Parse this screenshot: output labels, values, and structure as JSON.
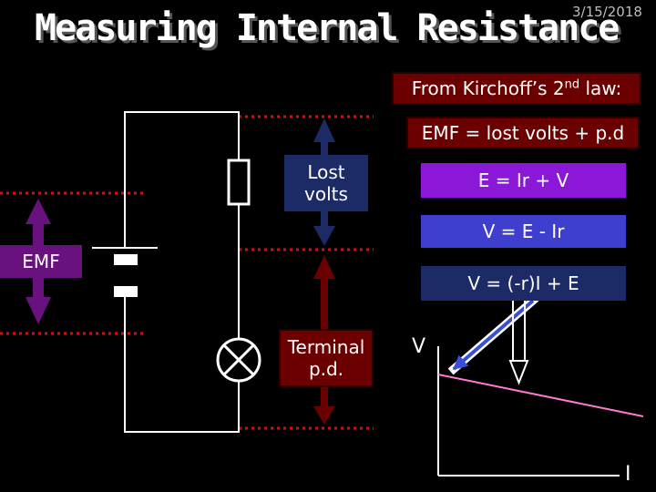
{
  "slide": {
    "title": "Measuring Internal Resistance",
    "date": "3/15/2018"
  },
  "equations": {
    "kirchoff_prefix": "From Kirchoff’s 2",
    "kirchoff_sup": "nd",
    "kirchoff_suffix": " law:",
    "emf_sum": "EMF = lost volts + p.d",
    "e_eq": "E = Ir + V",
    "v_eq": "V = E - Ir",
    "line_eq": "V = (-r)I + E"
  },
  "labels": {
    "lost_volts": "Lost volts",
    "terminal_pd": "Terminal p.d.",
    "emf": "EMF"
  },
  "graph": {
    "y_label": "V",
    "x_label": "I"
  },
  "colors": {
    "brown": "#6b0000",
    "violet": "#8b18d8",
    "blue": "#3f3fcf",
    "navy": "#1c2a66",
    "purple": "#6a1180",
    "dotted_line": "#d01010",
    "graph_line": "#ff7ad0",
    "arrow_fill": "#3a4fd8"
  }
}
